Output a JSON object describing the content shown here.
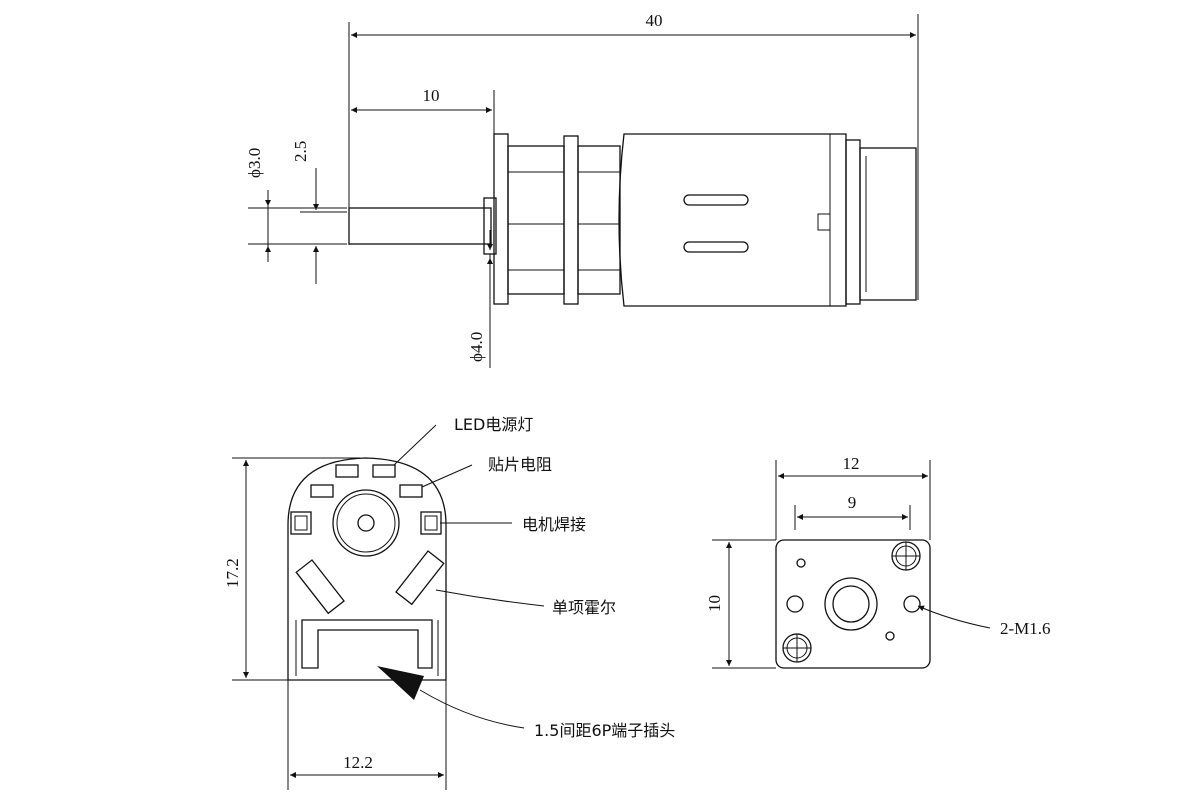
{
  "side_view": {
    "dim_total_length": "40",
    "dim_shaft_length": "10",
    "dim_shaft_dia": "ϕ3.0",
    "dim_flat": "2.5",
    "dim_boss_dia": "ϕ4.0"
  },
  "encoder_view": {
    "dim_height": "17.2",
    "dim_width": "12.2",
    "callouts": {
      "led": "LED电源灯",
      "resistor": "贴片电阻",
      "motor_solder": "电机焊接",
      "hall": "单项霍尔",
      "connector": "1.5间距6P端子插头"
    }
  },
  "gearbox_face_view": {
    "dim_width": "12",
    "dim_hole_spacing": "9",
    "dim_height": "10",
    "thread_callout": "2-M1.6"
  },
  "colors": {
    "line": "#111111",
    "background": "#ffffff"
  }
}
